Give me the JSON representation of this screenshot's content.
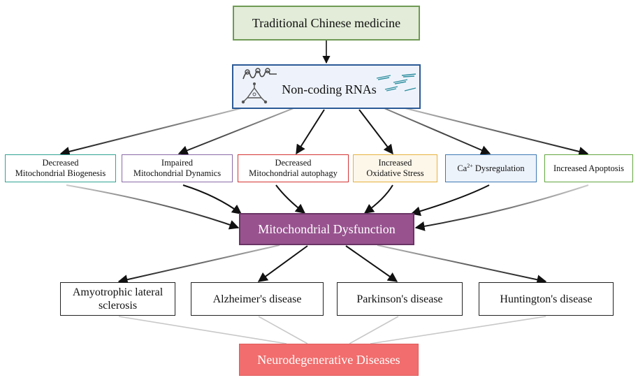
{
  "nodes": {
    "tcm": "Traditional Chinese medicine",
    "ncrna": "Non-coding RNAs",
    "mid": [
      {
        "line1": "Decreased",
        "line2": "Mitochondrial Biogenesis"
      },
      {
        "line1": "Impaired",
        "line2": "Mitochondrial Dynamics"
      },
      {
        "line1": "Decreased",
        "line2": "Mitochondrial autophagy"
      },
      {
        "line1": "Increased",
        "line2": "Oxidative Stress"
      },
      {
        "pre": "Ca",
        "sup": "2+",
        "post": " Dysregulation"
      },
      {
        "line1": "Increased Apoptosis"
      }
    ],
    "mito": "Mitochondrial Dysfunction",
    "diseases": [
      {
        "line1": "Amyotrophic lateral",
        "line2": "sclerosis"
      },
      {
        "line1": "Alzheimer's disease"
      },
      {
        "line1": "Parkinson's disease"
      },
      {
        "line1": "Huntington's disease"
      }
    ],
    "neuro": "Neurodegenerative Diseases"
  },
  "colors": {
    "tcm_fill": "#e2ecd8",
    "tcm_border": "#6f9a55",
    "ncrna_fill": "#eef3fb",
    "ncrna_border": "#2b5a96",
    "biogenesis": "#2fa394",
    "dynamics": "#8a6aa8",
    "autophagy": "#d43333",
    "oxidative": "#e6b13e",
    "calcium": "#3d78b4",
    "apoptosis": "#62a53f",
    "mito_fill": "#98538f",
    "neuro_fill": "#f26d6d"
  },
  "icons": [
    "rna-hairpin-icon",
    "molecule-icon",
    "mirna-duplex-icon"
  ]
}
